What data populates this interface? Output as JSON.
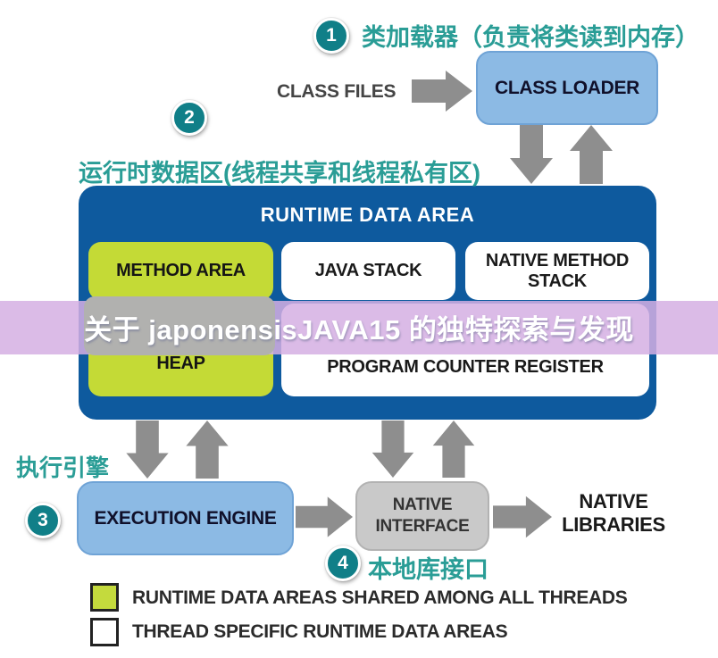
{
  "banner": {
    "text": "关于 japonensisJAVA15 的独特探索与发现"
  },
  "annotations": {
    "step1": {
      "num": "1",
      "label": "类加载器（负责将类读到内存）"
    },
    "step2": {
      "num": "2",
      "label": "运行时数据区(线程共享和线程私有区)"
    },
    "step3": {
      "num": "3",
      "label": "执行引擎"
    },
    "step4": {
      "num": "4",
      "label": "本地库接口"
    }
  },
  "diagram": {
    "class_files": "CLASS FILES",
    "class_loader": "CLASS LOADER",
    "runtime_data_area": {
      "title": "RUNTIME DATA AREA",
      "method_area": "METHOD AREA",
      "java_stack": "JAVA STACK",
      "native_method_stack": "NATIVE METHOD STACK",
      "heap": "HEAP",
      "program_counter_register": "PROGRAM COUNTER REGISTER"
    },
    "execution_engine": "EXECUTION ENGINE",
    "native_interface": "NATIVE INTERFACE",
    "native_libraries": "NATIVE LIBRARIES"
  },
  "legend": {
    "shared": "RUNTIME DATA AREAS SHARED AMONG ALL THREADS",
    "thread_specific": "THREAD SPECIFIC RUNTIME DATA AREAS"
  },
  "colors": {
    "teal_text": "#2a9d96",
    "circle_teal": "#107f88",
    "runtime_area_blue": "#0e5a9e",
    "light_blue_box": "#8cbae4",
    "shared_green": "#c4da36",
    "arrow_gray": "#8e8e8e",
    "interface_gray": "#c9c9c9",
    "banner_lavender": "#d5b0e2",
    "banner_gray_patch": "#b1b1af"
  }
}
